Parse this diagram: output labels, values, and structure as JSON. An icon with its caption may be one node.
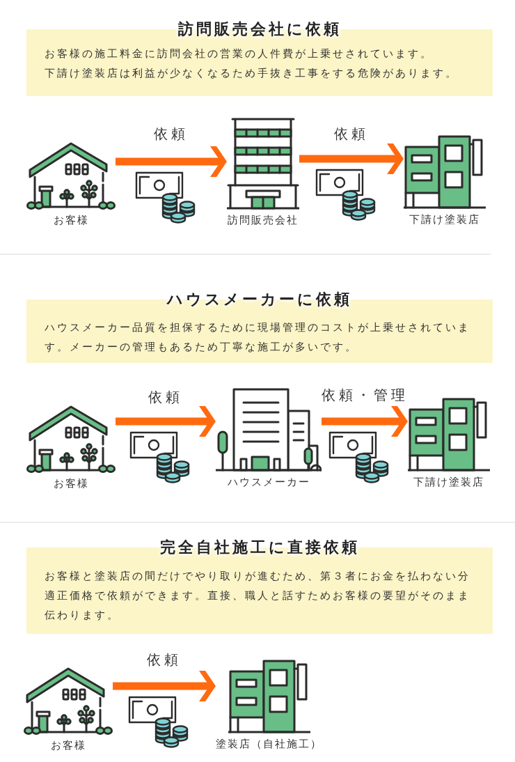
{
  "diagram": {
    "nodes": [
      {
        "text": [
          "訪問販売会社に依頼",
          "お客様の施工料金に訪問会社の営業の人件費が上乗せされています。",
          "下請け塗装店は利益が少なくなるため手抜き工事をする危険があります。"
        ]
      },
      {
        "text": [
          "お客様"
        ]
      },
      {
        "text": [
          "訪問販売会社"
        ]
      },
      {
        "text": [
          "下請け塗装店"
        ]
      },
      {
        "text": [
          "ハウスメーカーに依頼",
          "ハウスメーカー品質を担保するために現場管理のコストが上乗せされています。メーカーの管理もあるため丁寧な施工が多いです。"
        ]
      },
      {
        "text": [
          "お客様"
        ]
      },
      {
        "text": [
          "ハウスメーカー"
        ]
      },
      {
        "text": [
          "下請け塗装店"
        ]
      },
      {
        "text": [
          "完全自社施工に直接依頼",
          "お客様と塗装店の間だけでやり取りが進むため、第３者にお金を払わない分適正価格で依頼ができます。直接、職人と話すためお客様の要望がそのまま伝わります。"
        ]
      },
      {
        "text": [
          "お客様"
        ]
      },
      {
        "text": [
          "塗装店（自社施工）"
        ]
      }
    ],
    "edges": [
      {
        "from": 1,
        "to": 2,
        "arrow": "to",
        "label": "依頼"
      },
      {
        "from": 2,
        "to": 3,
        "arrow": "to",
        "label": "依頼"
      },
      {
        "from": 5,
        "to": 6,
        "arrow": "to",
        "label": "依頼"
      },
      {
        "from": 6,
        "to": 7,
        "arrow": "to",
        "label": "依頼・管理"
      },
      {
        "from": 9,
        "to": 10,
        "arrow": "to",
        "label": "依頼"
      }
    ]
  }
}
